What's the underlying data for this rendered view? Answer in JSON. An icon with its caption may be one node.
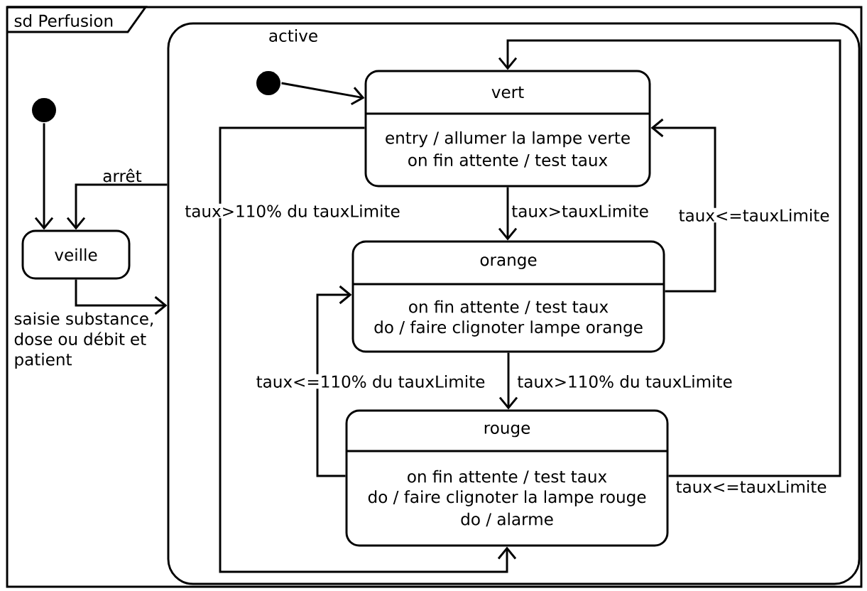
{
  "diagram": {
    "nodes": [
      {
        "text": [
          "sd Perfusion"
        ]
      },
      {
        "text": [],
        "shape": "circle",
        "in": 0
      },
      {
        "text": [
          "veille"
        ],
        "in": 0
      },
      {
        "text": [
          "active"
        ],
        "in": 0
      },
      {
        "text": [],
        "shape": "circle",
        "in": 3
      },
      {
        "text": [
          "vert",
          "entry / allumer la lampe verte",
          "on fin attente / test taux"
        ],
        "in": 3
      },
      {
        "text": [
          "orange",
          "on fin attente / test taux",
          "do / faire clignoter lampe orange"
        ],
        "in": 3
      },
      {
        "text": [
          "rouge",
          "on fin attente / test taux",
          "do / faire clignoter la lampe rouge",
          "do / alarme"
        ],
        "in": 3
      }
    ],
    "edges": [
      {
        "from": 1,
        "to": 2,
        "arrow": "to"
      },
      {
        "from": 3,
        "to": 2,
        "arrow": "to",
        "label": "arrêt"
      },
      {
        "from": 2,
        "to": 3,
        "arrow": "to",
        "label": "saisie substance, dose ou débit et patient"
      },
      {
        "from": 4,
        "to": 5,
        "arrow": "to"
      },
      {
        "from": 5,
        "to": 6,
        "arrow": "to",
        "label": "taux>tauxLimite"
      },
      {
        "from": 6,
        "to": 5,
        "arrow": "to",
        "label": "taux<=tauxLimite"
      },
      {
        "from": 6,
        "to": 7,
        "arrow": "to",
        "label": "taux>110% du tauxLimite"
      },
      {
        "from": 7,
        "to": 6,
        "arrow": "to",
        "label": "taux<=110% du tauxLimite"
      },
      {
        "from": 7,
        "to": 5,
        "arrow": "to",
        "label": "taux<=tauxLimite"
      },
      {
        "from": 5,
        "to": 7,
        "arrow": "to",
        "label": "taux>110% du tauxLimite"
      }
    ]
  }
}
